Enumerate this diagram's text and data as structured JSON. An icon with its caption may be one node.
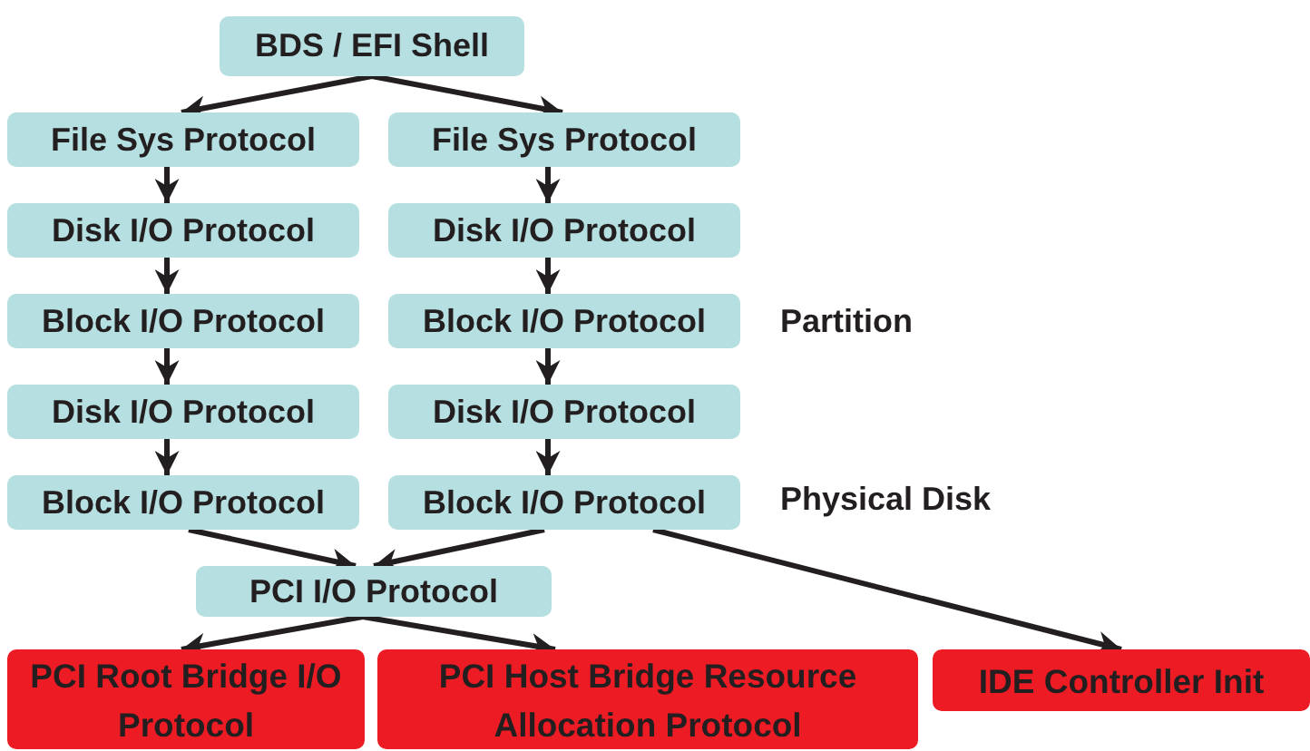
{
  "diagram": {
    "nodes": [
      {
        "text": [
          "BDS / EFI Shell"
        ]
      },
      {
        "text": [
          "File Sys Protocol"
        ]
      },
      {
        "text": [
          "File Sys Protocol"
        ]
      },
      {
        "text": [
          "Disk I/O Protocol"
        ]
      },
      {
        "text": [
          "Disk I/O Protocol"
        ]
      },
      {
        "text": [
          "Block I/O Protocol"
        ]
      },
      {
        "text": [
          "Block I/O Protocol"
        ]
      },
      {
        "text": [
          "Disk I/O Protocol"
        ]
      },
      {
        "text": [
          "Disk I/O Protocol"
        ]
      },
      {
        "text": [
          "Block I/O Protocol"
        ]
      },
      {
        "text": [
          "Block I/O Protocol"
        ]
      },
      {
        "text": [
          "PCI I/O Protocol"
        ]
      },
      {
        "text": [
          "PCI Root Bridge I/O Protocol"
        ]
      },
      {
        "text": [
          "PCI Host Bridge Resource Allocation Protocol"
        ]
      },
      {
        "text": [
          "IDE Controller Init"
        ]
      }
    ],
    "edges": [
      {
        "from": 0,
        "to": 1,
        "arrow": "to"
      },
      {
        "from": 0,
        "to": 2,
        "arrow": "to"
      },
      {
        "from": 1,
        "to": 3,
        "arrow": "to"
      },
      {
        "from": 2,
        "to": 4,
        "arrow": "to"
      },
      {
        "from": 3,
        "to": 5,
        "arrow": "to"
      },
      {
        "from": 4,
        "to": 6,
        "arrow": "to"
      },
      {
        "from": 5,
        "to": 7,
        "arrow": "to"
      },
      {
        "from": 6,
        "to": 8,
        "arrow": "to"
      },
      {
        "from": 7,
        "to": 9,
        "arrow": "to"
      },
      {
        "from": 8,
        "to": 10,
        "arrow": "to"
      },
      {
        "from": 9,
        "to": 11,
        "arrow": "to"
      },
      {
        "from": 10,
        "to": 11,
        "arrow": "to"
      },
      {
        "from": 10,
        "to": 14,
        "arrow": "to"
      },
      {
        "from": 11,
        "to": 12,
        "arrow": "to"
      },
      {
        "from": 11,
        "to": 13,
        "arrow": "to"
      }
    ],
    "labels": [
      "Partition",
      "Physical Disk"
    ]
  }
}
